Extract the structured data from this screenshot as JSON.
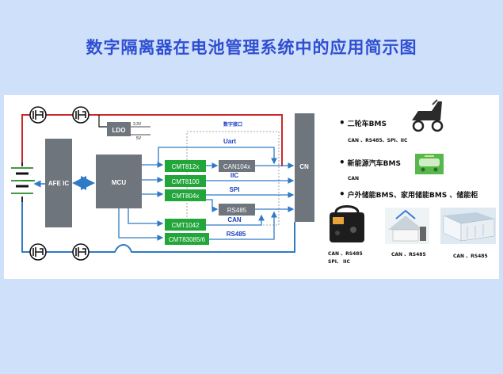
{
  "title": "数字隔离器在电池管理系统中的应用简示图",
  "diagram": {
    "blocks": {
      "afe": "AFE IC",
      "mcu": "MCU",
      "ldo": "LDO",
      "cn": "CN"
    },
    "ldo_v_in": "3.3V",
    "ldo_v_out": "5V",
    "isolators": [
      "CMT812x",
      "CMT8100",
      "CMT804x",
      "CMT1042",
      "CMT83085/6"
    ],
    "transceivers": [
      "CAN104x",
      "RS485"
    ],
    "interface_label": "数字接口",
    "bus_labels": [
      "Uart",
      "IIC",
      "SPI",
      "CAN",
      "RS485"
    ]
  },
  "applications": [
    {
      "title": "二轮车BMS",
      "interfaces": "CAN 、RS485、SPI、IIC",
      "icon": "e-scooter-image"
    },
    {
      "title": "新能源汽车BMS",
      "interfaces": "CAN",
      "icon": "ev-car-image"
    },
    {
      "title": "户外储能BMS、家用储能BMS 、储能柜",
      "interfaces": "",
      "icon": ""
    }
  ],
  "storage_captions": [
    {
      "line1": "CAN 、RS485",
      "line2": "SPI、 IIC",
      "icon": "portable-power-station-image"
    },
    {
      "line1": "CAN 、RS485",
      "line2": "",
      "icon": "home-storage-image"
    },
    {
      "line1": "CAN 、RS485",
      "line2": "",
      "icon": "storage-cabinet-image"
    }
  ],
  "colors": {
    "title": "#2f4fd0",
    "background": "#cfe0fb",
    "isolator_green": "#22a63a",
    "block_grey": "#6e757d",
    "line_blue": "#2f7ac6",
    "line_red": "#cc2a2a",
    "label_blue": "#1c3fc0"
  }
}
